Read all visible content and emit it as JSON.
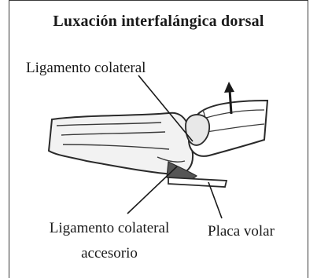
{
  "title": "Luxación interfalángica dorsal",
  "labels": {
    "collateral_ligament": "Ligamento colateral",
    "accessory_collateral_line1": "Ligamento colateral",
    "accessory_collateral_line2": "accesorio",
    "volar_plate": "Placa volar"
  },
  "icons": {
    "direction_arrow": "up-arrow-icon"
  }
}
